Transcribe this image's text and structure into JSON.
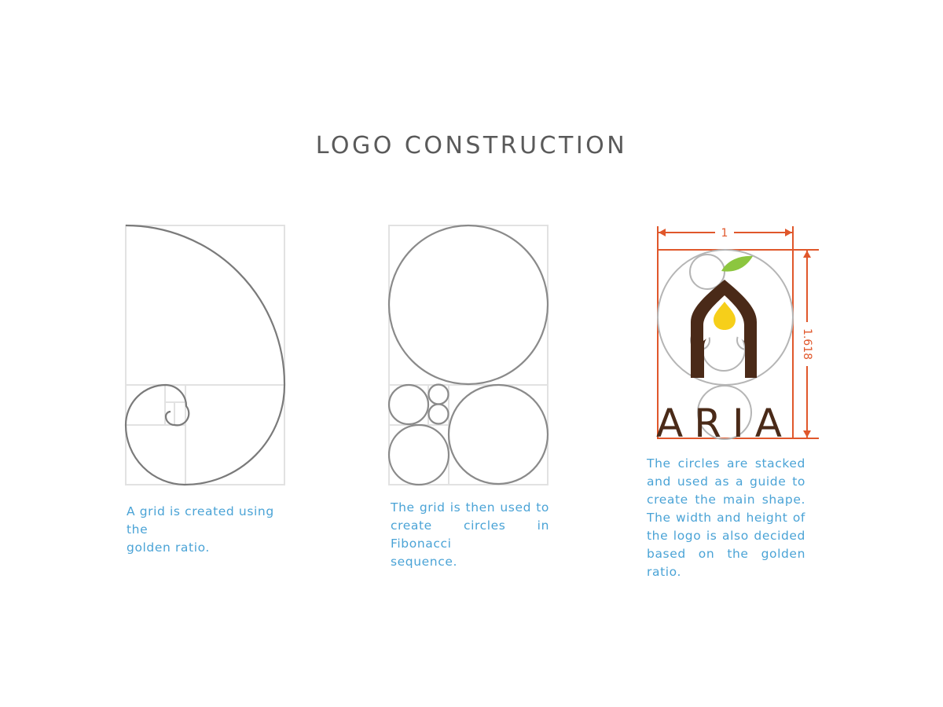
{
  "page": {
    "title": "LOGO CONSTRUCTION"
  },
  "colors": {
    "grid": "#e2e2e2",
    "spiral": "#7a7a7a",
    "circle": "#8a8a8a",
    "guide_circle": "#b5b5b5",
    "measure": "#e0572b",
    "logo_brown": "#4a2a18",
    "leaf_green": "#8cc63f",
    "drop_yellow": "#f6cf1a",
    "caption": "#4aa3d6",
    "title": "#5a5a5a"
  },
  "panels": [
    {
      "name": "golden-ratio-grid",
      "caption_lines": [
        "A grid is created using the",
        "golden ratio."
      ]
    },
    {
      "name": "fibonacci-circles",
      "caption_lines": [
        "The grid is then used to",
        "create circles in Fibonacci",
        "sequence."
      ]
    },
    {
      "name": "logo-construction",
      "logo_text": "ARIA",
      "width_label": "1",
      "height_label": "1.618",
      "caption_lines": [
        "The circles are stacked",
        "and used as a guide to",
        "create the main shape.",
        "The width and height of",
        "the logo is also decided",
        "based on the golden ratio."
      ]
    }
  ]
}
